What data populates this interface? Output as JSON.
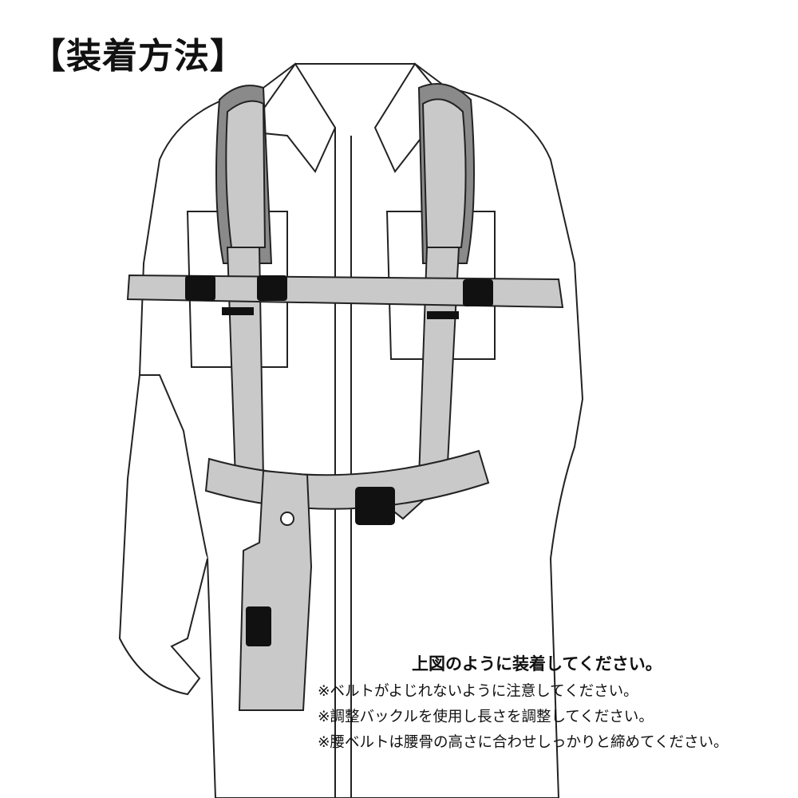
{
  "title": "【装着方法】",
  "instructions": {
    "lead": "上図のように装着してください。",
    "notes": [
      "※ベルトがよじれないように注意してください。",
      "※調整バックルを使用し長さを調整してください。",
      "※腰ベルトは腰骨の高さに合わせしっかりと締めてください。"
    ]
  },
  "colors": {
    "strap": "#c9c9c9",
    "pad": "#8a8a8a",
    "buckle": "#111111",
    "line": "#222222"
  }
}
